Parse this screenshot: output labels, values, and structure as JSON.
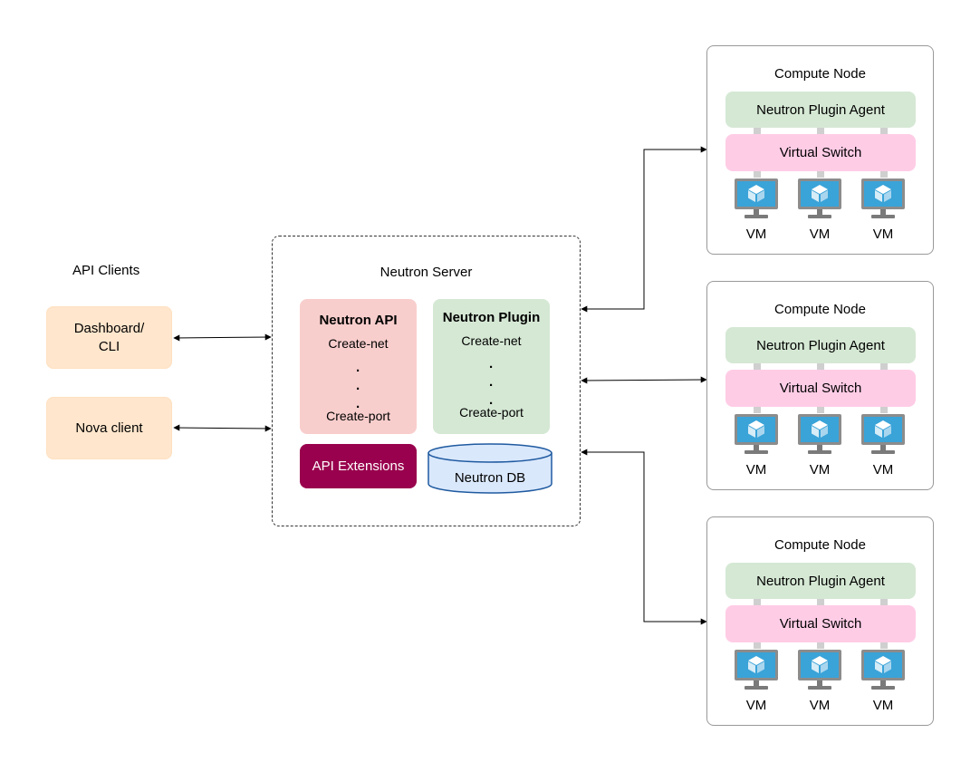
{
  "clients": {
    "title": "API Clients",
    "items": [
      {
        "label": "Dashboard/\nCLI"
      },
      {
        "label": "Nova client"
      }
    ]
  },
  "server": {
    "title": "Neutron Server",
    "api": {
      "title": "Neutron API",
      "first": "Create-net",
      "last": "Create-port"
    },
    "plugin": {
      "title": "Neutron Plugin",
      "first": "Create-net",
      "last": "Create-port"
    },
    "extensions": "API Extensions",
    "db": "Neutron DB"
  },
  "compute_nodes": [
    {
      "title": "Compute Node",
      "agent": "Neutron Plugin Agent",
      "switch": "Virtual Switch",
      "vms": [
        "VM",
        "VM",
        "VM"
      ]
    },
    {
      "title": "Compute Node",
      "agent": "Neutron Plugin Agent",
      "switch": "Virtual Switch",
      "vms": [
        "VM",
        "VM",
        "VM"
      ]
    },
    {
      "title": "Compute Node",
      "agent": "Neutron Plugin Agent",
      "switch": "Virtual Switch",
      "vms": [
        "VM",
        "VM",
        "VM"
      ]
    }
  ],
  "colors": {
    "client_fill": "#ffe6cc",
    "api_fill": "#f8cecc",
    "plugin_fill": "#d5e8d4",
    "extensions_fill": "#99004d",
    "db_fill": "#dae8fc",
    "db_stroke": "#1f5aa0",
    "agent_fill": "#d5e8d4",
    "switch_fill": "#ffcce6",
    "vm_screen": "#3aa3d8"
  },
  "icons": {
    "vm": "monitor-cube-icon",
    "arrow": "double-arrow-connector"
  }
}
